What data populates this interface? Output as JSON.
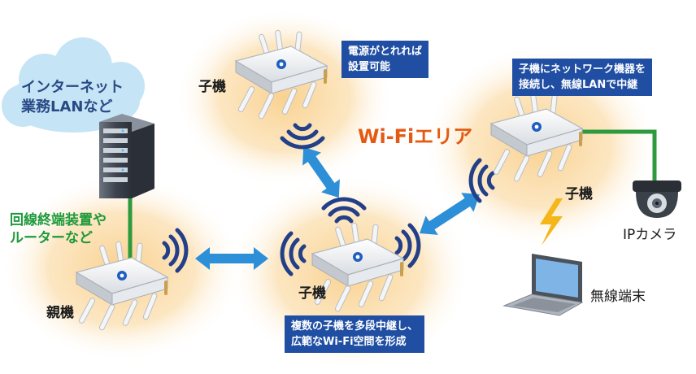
{
  "cloud": {
    "line1": "インターネット",
    "line2": "業務LANなど"
  },
  "router_label": {
    "line1": "回線終端装置や",
    "line2": "ルーターなど"
  },
  "area_title": "Wi-Fiエリア",
  "devices": {
    "parent": "親機",
    "child_top": "子機",
    "child_center": "子機",
    "child_right": "子機",
    "camera": "IPカメラ",
    "laptop": "無線端末"
  },
  "callouts": {
    "power": {
      "line1": "電源がとれれば",
      "line2": "設置可能"
    },
    "network": {
      "line1": "子機にネットワーク機器を",
      "line2": "接続し、無線LANで中継"
    },
    "multi": {
      "line1": "複数の子機を多段中継し、",
      "line2": "広範なWi-Fi空間を形成"
    }
  },
  "colors": {
    "glow": "#f9cf8a",
    "cloud": "#c5e4f5",
    "cable": "#2d9a3e",
    "arrow": "#2d8fd8",
    "wave": "#233f88",
    "callout_bg": "#1f4ea3",
    "area_title": "#e55a12",
    "bolt": "#f5b61a"
  }
}
